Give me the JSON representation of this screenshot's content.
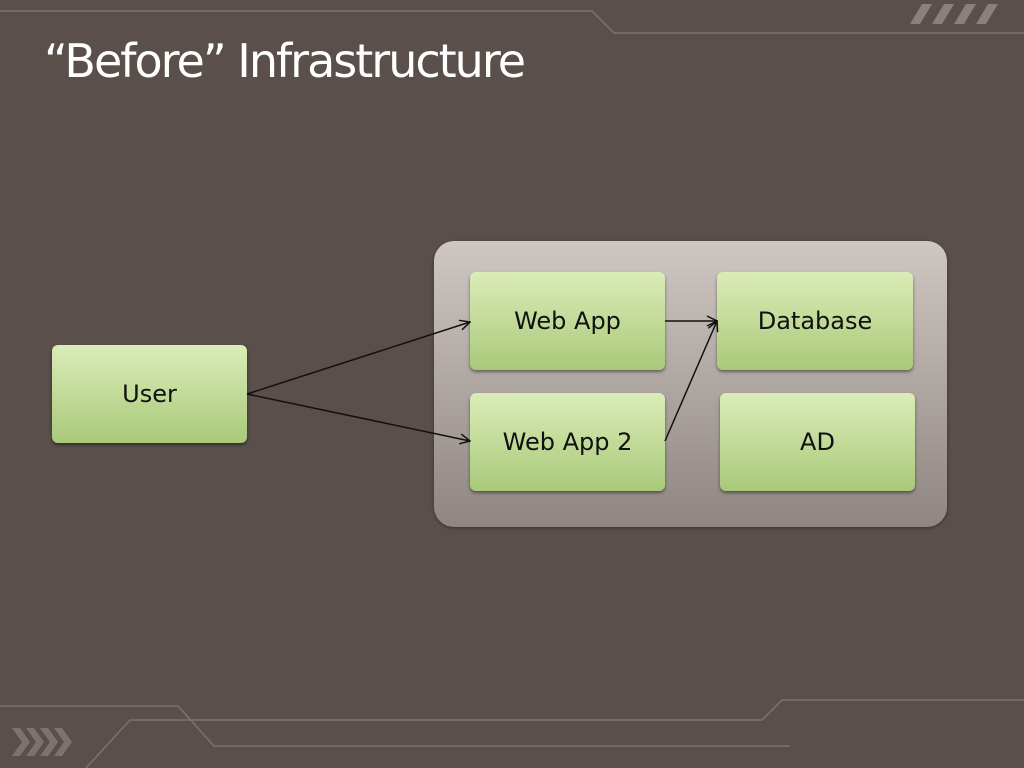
{
  "slide": {
    "title": "“Before” Infrastructure"
  },
  "diagram": {
    "nodes": {
      "user": "User",
      "web_app": "Web App",
      "web_app_2": "Web App 2",
      "database": "Database",
      "ad": "AD"
    },
    "edges": [
      {
        "from": "user",
        "to": "web_app"
      },
      {
        "from": "user",
        "to": "web_app_2"
      },
      {
        "from": "web_app",
        "to": "database"
      },
      {
        "from": "web_app_2",
        "to": "database"
      }
    ]
  },
  "colors": {
    "background": "#5a4f4a",
    "node_fill": "#c4dc9a",
    "container_fill": "#b3aaa5",
    "title_text": "#ffffff",
    "edge": "#111111"
  }
}
